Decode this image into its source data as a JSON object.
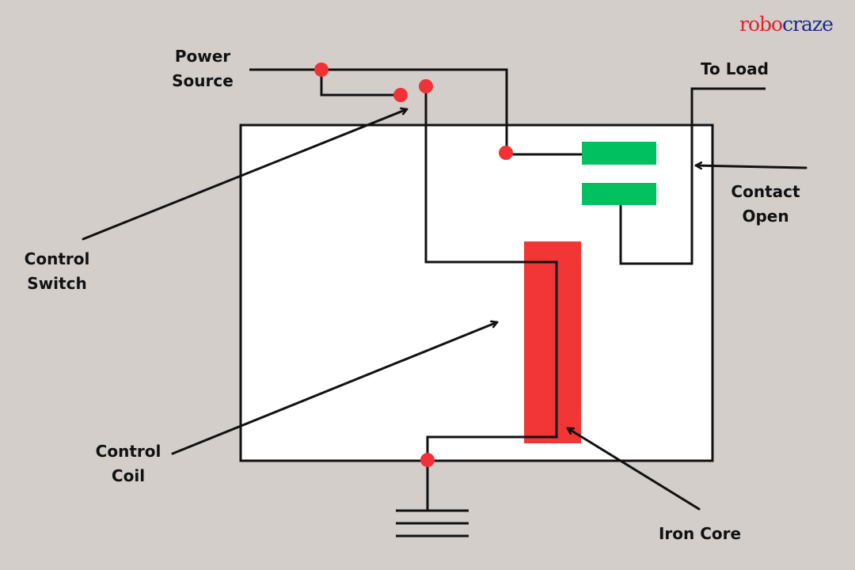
{
  "brand": {
    "part1": "robo",
    "part2": "craze",
    "color1": "#e2242a",
    "color2": "#1d2a8a"
  },
  "labels": {
    "power_source": {
      "line1": "Power",
      "line2": "Source"
    },
    "to_load": "To Load",
    "control_switch": {
      "line1": "Control",
      "line2": "Switch"
    },
    "contact_open": {
      "line1": "Contact",
      "line2": "Open"
    },
    "control_coil": {
      "line1": "Control",
      "line2": "Coil"
    },
    "iron_core": "Iron Core"
  },
  "colors": {
    "background": "#d3ceca",
    "relay_body": "#ffffff",
    "wire": "#111111",
    "node": "#f03237",
    "iron_core": "#f23535",
    "contact": "#00c060"
  }
}
